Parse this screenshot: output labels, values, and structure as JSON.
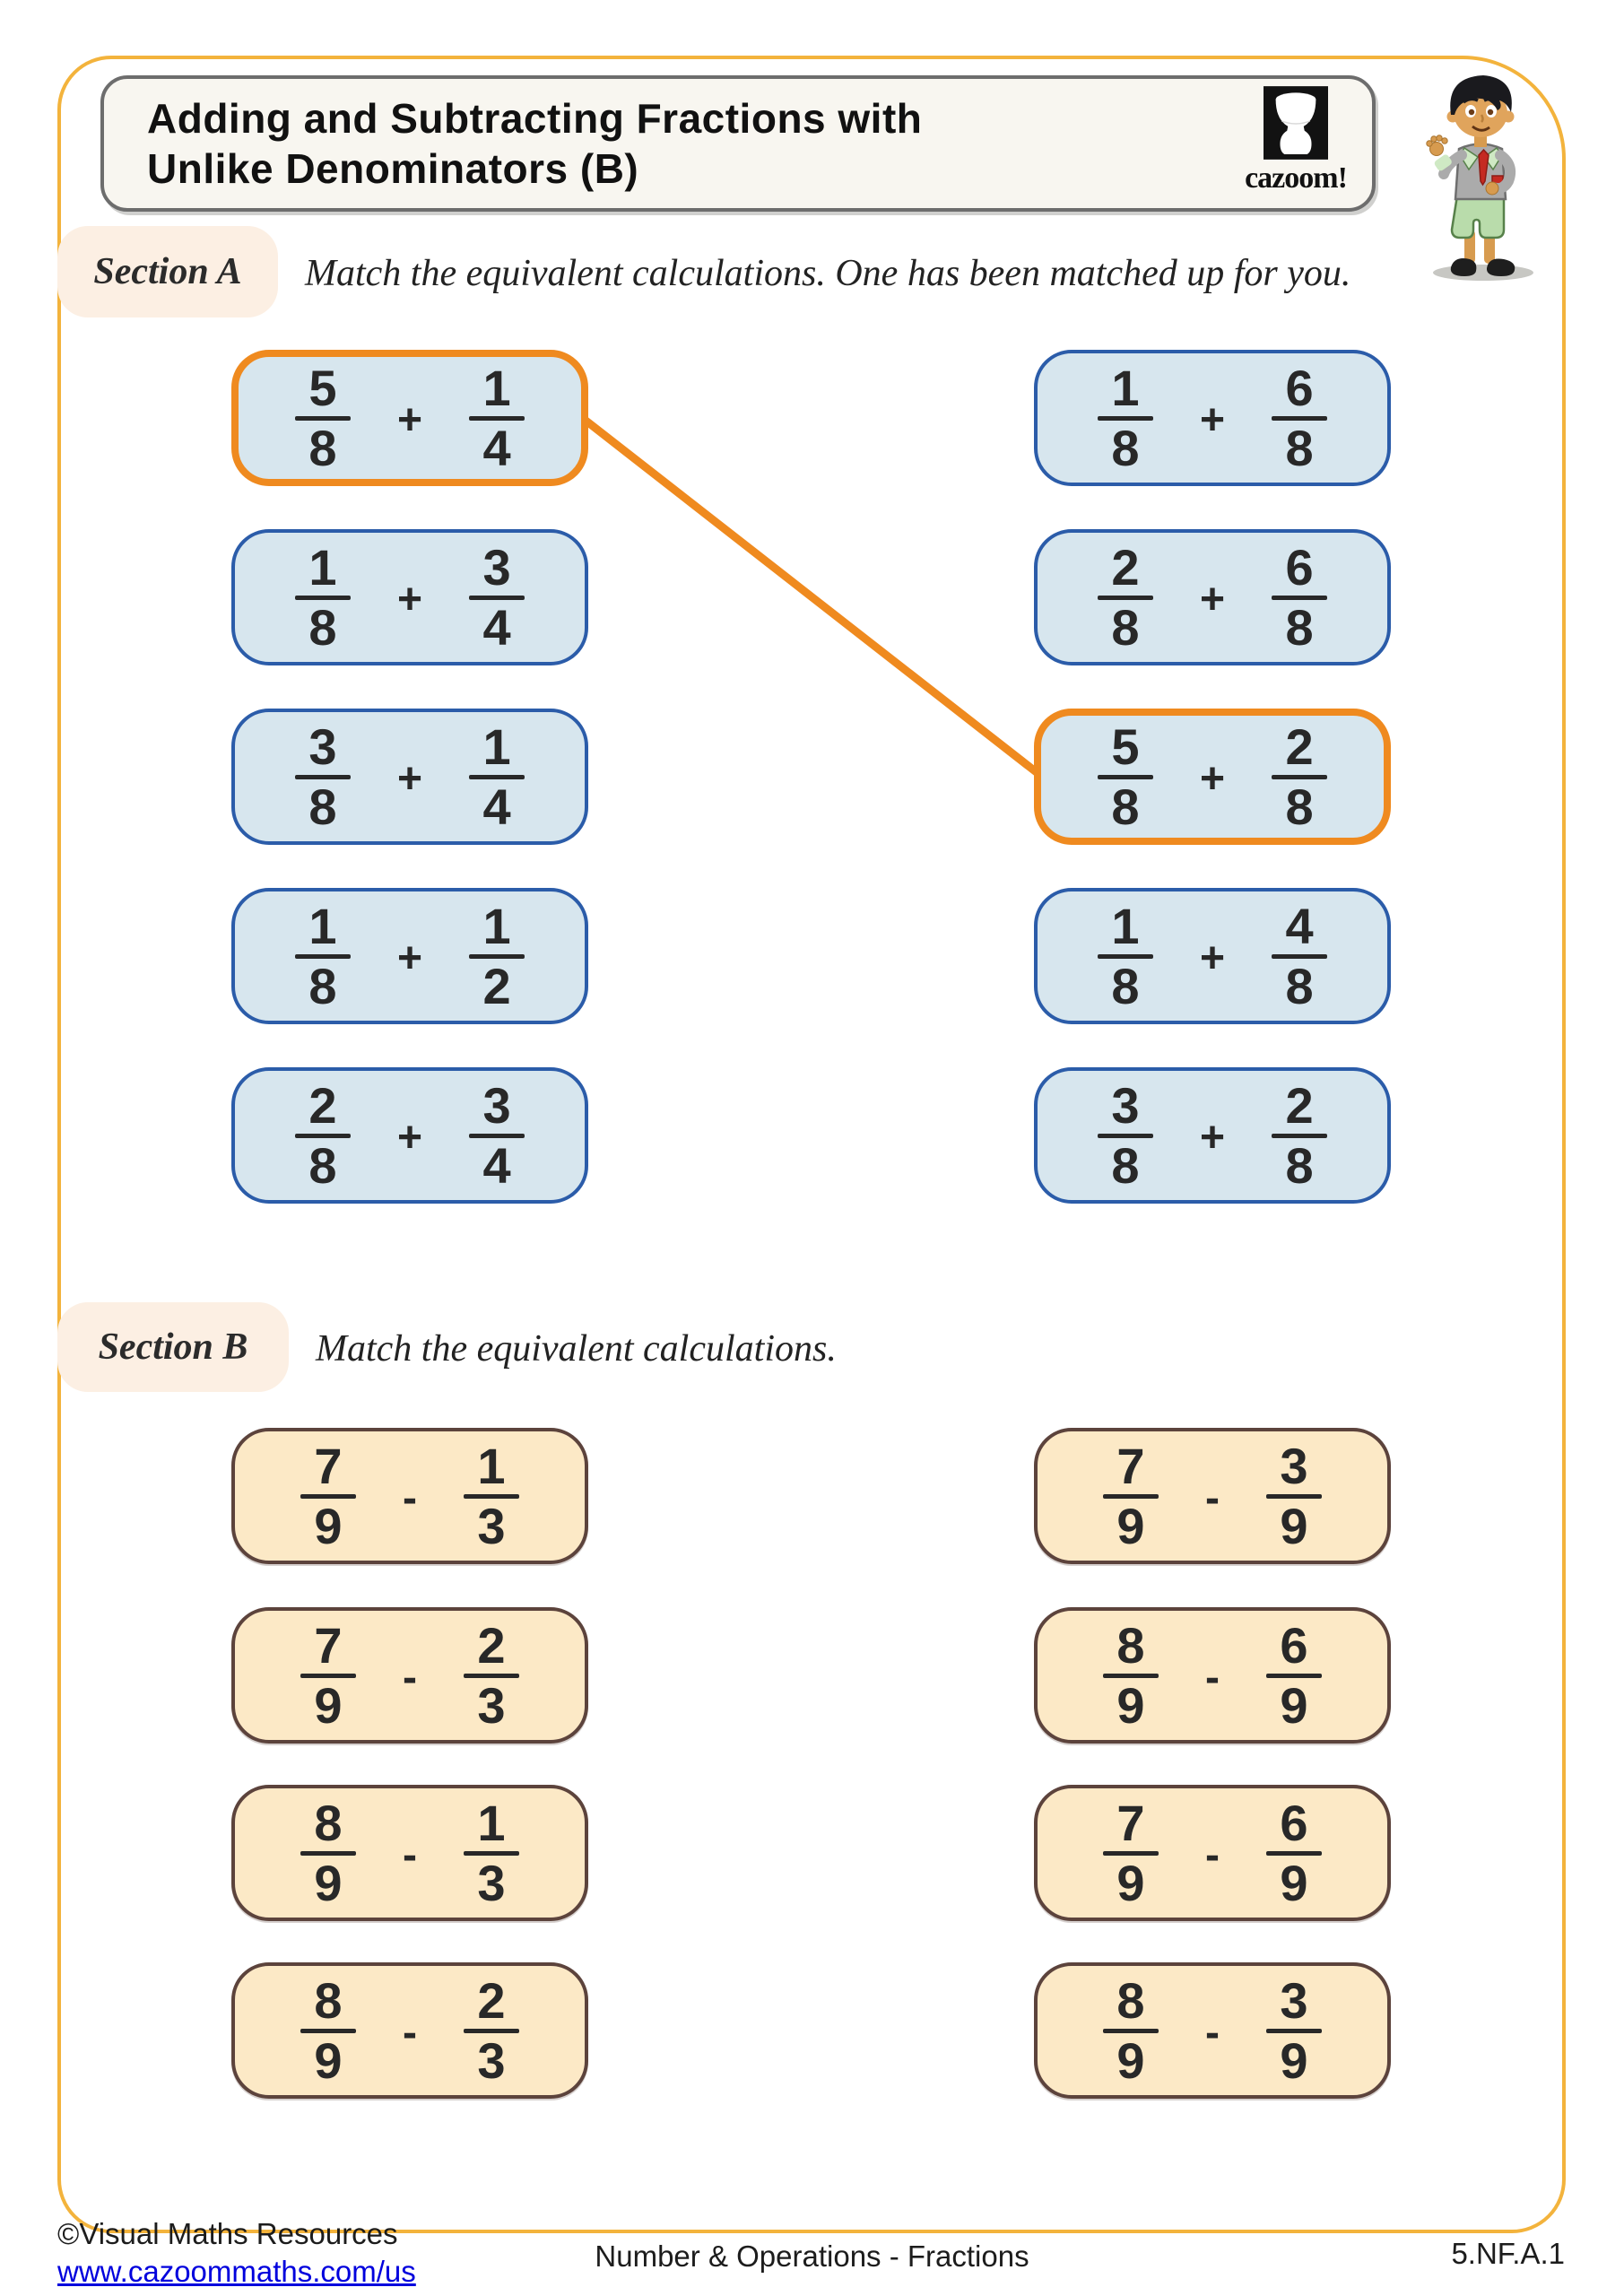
{
  "header": {
    "title_line1": "Adding and Subtracting Fractions with",
    "title_line2": "Unlike Denominators (B)",
    "logo_text": "cazoom!"
  },
  "section_a": {
    "label": "Section A",
    "instruction": "Match the equivalent calculations. One has been matched up for you.",
    "left_cards": [
      {
        "f1": {
          "num": "5",
          "den": "8"
        },
        "op": "+",
        "f2": {
          "num": "1",
          "den": "4"
        },
        "matched": true
      },
      {
        "f1": {
          "num": "1",
          "den": "8"
        },
        "op": "+",
        "f2": {
          "num": "3",
          "den": "4"
        },
        "matched": false
      },
      {
        "f1": {
          "num": "3",
          "den": "8"
        },
        "op": "+",
        "f2": {
          "num": "1",
          "den": "4"
        },
        "matched": false
      },
      {
        "f1": {
          "num": "1",
          "den": "8"
        },
        "op": "+",
        "f2": {
          "num": "1",
          "den": "2"
        },
        "matched": false
      },
      {
        "f1": {
          "num": "2",
          "den": "8"
        },
        "op": "+",
        "f2": {
          "num": "3",
          "den": "4"
        },
        "matched": false
      }
    ],
    "right_cards": [
      {
        "f1": {
          "num": "1",
          "den": "8"
        },
        "op": "+",
        "f2": {
          "num": "6",
          "den": "8"
        },
        "matched": false
      },
      {
        "f1": {
          "num": "2",
          "den": "8"
        },
        "op": "+",
        "f2": {
          "num": "6",
          "den": "8"
        },
        "matched": false
      },
      {
        "f1": {
          "num": "5",
          "den": "8"
        },
        "op": "+",
        "f2": {
          "num": "2",
          "den": "8"
        },
        "matched": true
      },
      {
        "f1": {
          "num": "1",
          "den": "8"
        },
        "op": "+",
        "f2": {
          "num": "4",
          "den": "8"
        },
        "matched": false
      },
      {
        "f1": {
          "num": "3",
          "den": "8"
        },
        "op": "+",
        "f2": {
          "num": "2",
          "den": "8"
        },
        "matched": false
      }
    ],
    "example_connection": {
      "from_left_index": 0,
      "to_right_index": 2
    }
  },
  "section_b": {
    "label": "Section B",
    "instruction": "Match the equivalent calculations.",
    "left_cards": [
      {
        "f1": {
          "num": "7",
          "den": "9"
        },
        "op": "-",
        "f2": {
          "num": "1",
          "den": "3"
        },
        "matched": false
      },
      {
        "f1": {
          "num": "7",
          "den": "9"
        },
        "op": "-",
        "f2": {
          "num": "2",
          "den": "3"
        },
        "matched": false
      },
      {
        "f1": {
          "num": "8",
          "den": "9"
        },
        "op": "-",
        "f2": {
          "num": "1",
          "den": "3"
        },
        "matched": false
      },
      {
        "f1": {
          "num": "8",
          "den": "9"
        },
        "op": "-",
        "f2": {
          "num": "2",
          "den": "3"
        },
        "matched": false
      }
    ],
    "right_cards": [
      {
        "f1": {
          "num": "7",
          "den": "9"
        },
        "op": "-",
        "f2": {
          "num": "3",
          "den": "9"
        },
        "matched": false
      },
      {
        "f1": {
          "num": "8",
          "den": "9"
        },
        "op": "-",
        "f2": {
          "num": "6",
          "den": "9"
        },
        "matched": false
      },
      {
        "f1": {
          "num": "7",
          "den": "9"
        },
        "op": "-",
        "f2": {
          "num": "6",
          "den": "9"
        },
        "matched": false
      },
      {
        "f1": {
          "num": "8",
          "den": "9"
        },
        "op": "-",
        "f2": {
          "num": "3",
          "den": "9"
        },
        "matched": false
      }
    ]
  },
  "footer": {
    "copyright": "©Visual Maths Resources",
    "link": "www.cazoommaths.com/us",
    "strand": "Number & Operations - Fractions",
    "standard_code": "5.NF.A.1"
  },
  "colors": {
    "page_border": "#f3b33c",
    "blue_fill": "#d7e6ee",
    "blue_border": "#2b5ca9",
    "match_orange": "#ef8a1f",
    "cream_fill": "#fce9c6",
    "cream_border": "#5c433c",
    "section_label_bg": "#fcefe3",
    "link_blue": "#0000dd"
  }
}
